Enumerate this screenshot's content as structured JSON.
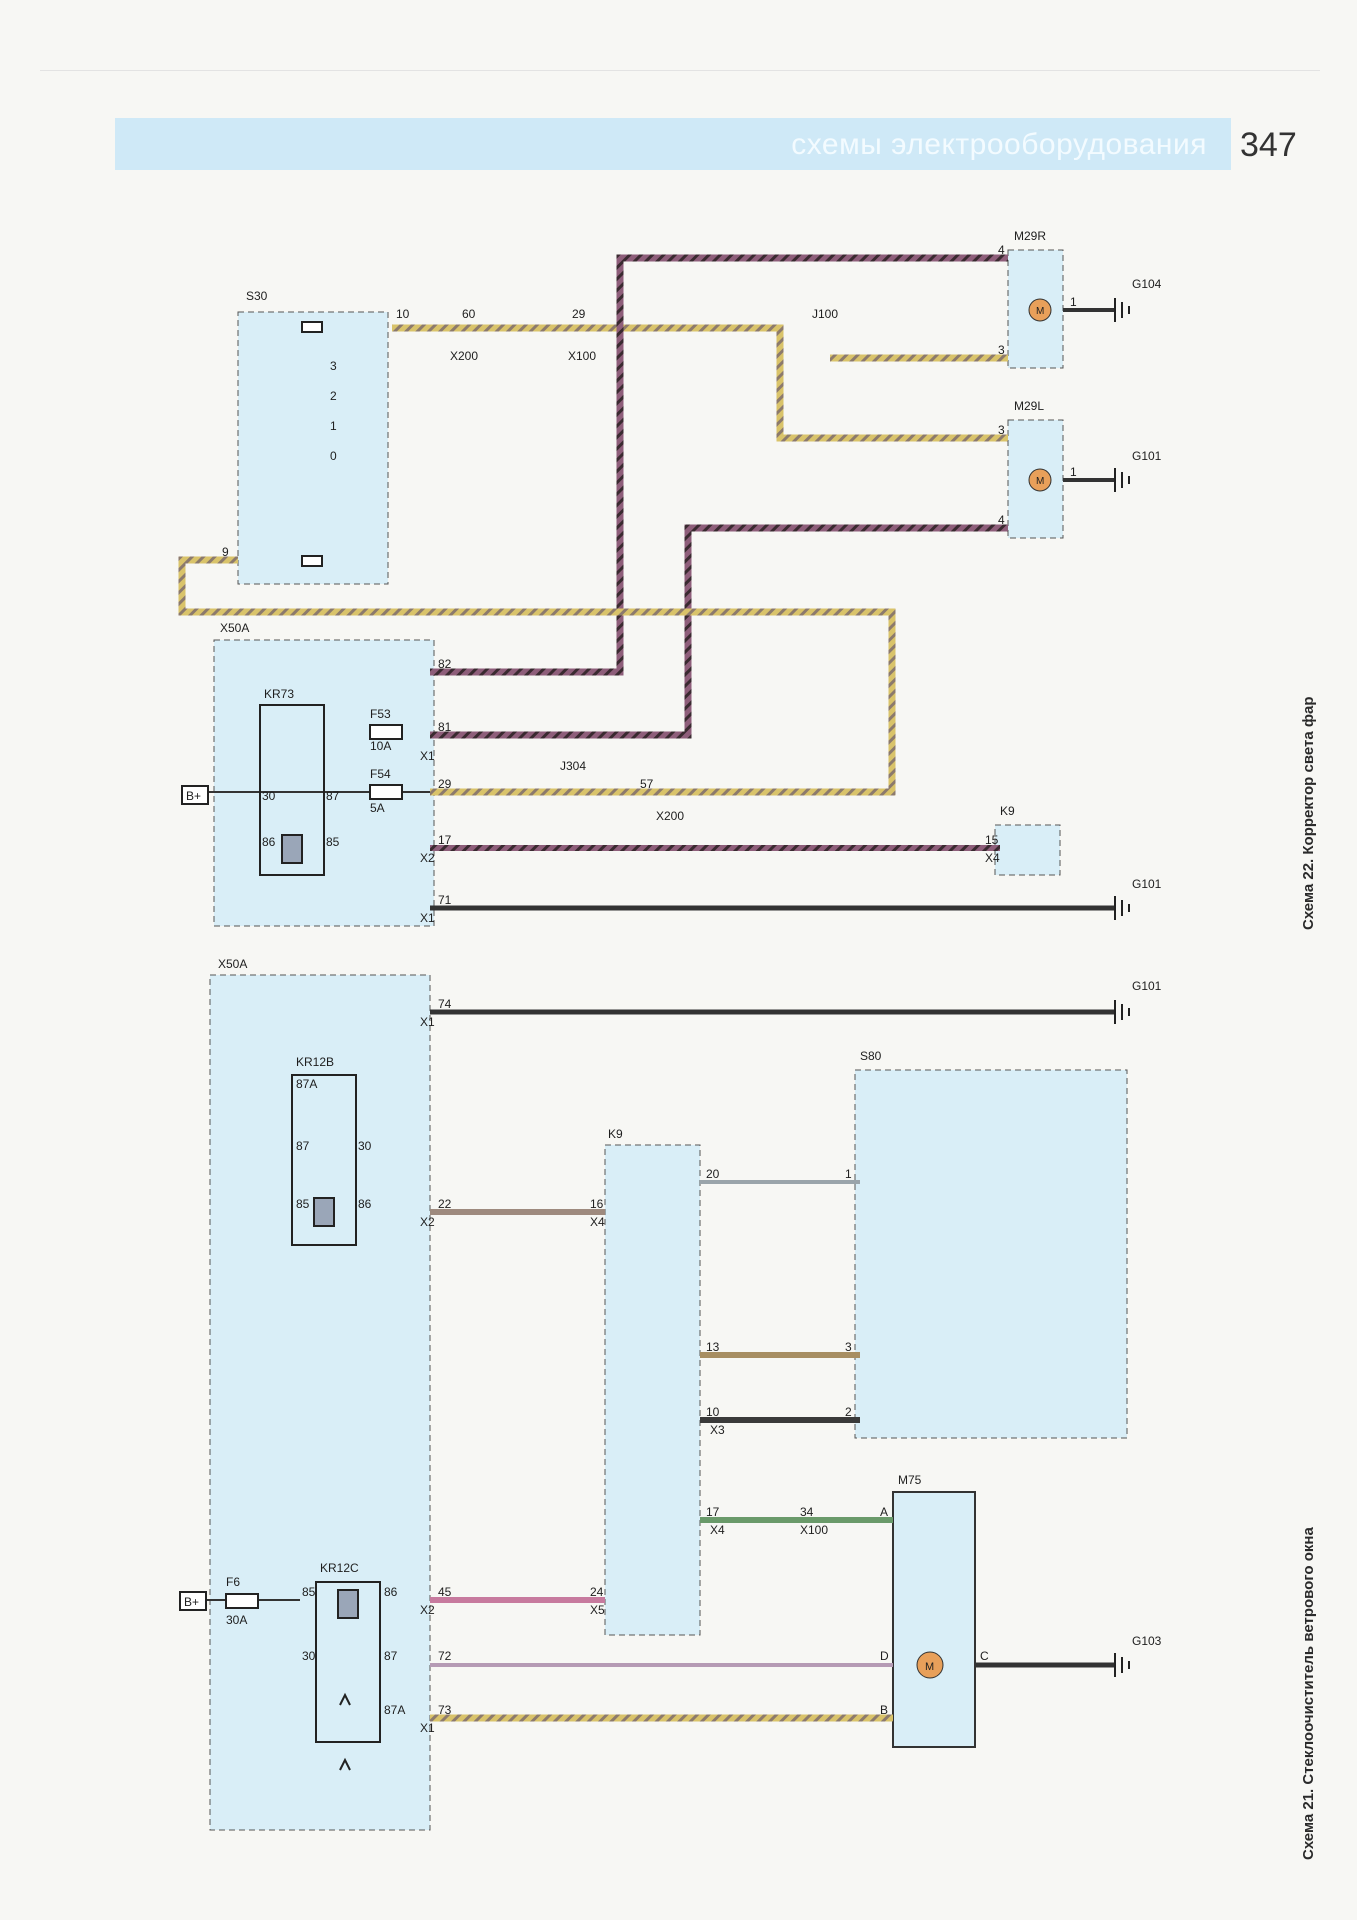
{
  "header": {
    "section_title": "схемы электрооборудования",
    "page_number": "347"
  },
  "captions": {
    "scheme21": "Схема 21. Стеклоочиститель ветрового окна",
    "scheme22": "Схема 22. Корректор света фар"
  },
  "labels": {
    "bplus": "B+",
    "s30": "S30",
    "x200": "X200",
    "x100": "X100",
    "j100": "J100",
    "m29r": "M29R",
    "m29l": "M29L",
    "g104": "G104",
    "g101": "G101",
    "g103": "G103",
    "x50a": "X50A",
    "kr73": "KR73",
    "f53": "F53",
    "f53_rating": "10A",
    "f54": "F54",
    "f54_rating": "5A",
    "j304": "J304",
    "k9": "K9",
    "x1": "X1",
    "x2": "X2",
    "x3": "X3",
    "x4": "X4",
    "x5": "X5",
    "kr12b": "KR12B",
    "kr12c": "KR12C",
    "f6": "F6",
    "f6_rating": "30A",
    "s80": "S80",
    "m75": "M75",
    "motor": "M"
  },
  "pins": {
    "p0": "0",
    "p1": "1",
    "p2": "2",
    "p3": "3",
    "p4": "4",
    "p9": "9",
    "p10": "10",
    "p10b": "10",
    "p13": "13",
    "p15": "15",
    "p16": "16",
    "p17": "17",
    "p17b": "17",
    "p20": "20",
    "p22": "22",
    "p24": "24",
    "p29": "29",
    "p29b": "29",
    "p30": "30",
    "p30b": "30",
    "p30c": "30",
    "p34": "34",
    "p45": "45",
    "p57": "57",
    "p60": "60",
    "p71": "71",
    "p72": "72",
    "p73": "73",
    "p74": "74",
    "p81": "81",
    "p82": "82",
    "p85": "85",
    "p85b": "85",
    "p85c": "85",
    "p86": "86",
    "p86b": "86",
    "p86c": "86",
    "p87": "87",
    "p87b": "87",
    "p87c": "87",
    "p87a": "87A",
    "p87a2": "87A",
    "pA": "A",
    "pB": "B",
    "pC": "C",
    "pD": "D"
  }
}
